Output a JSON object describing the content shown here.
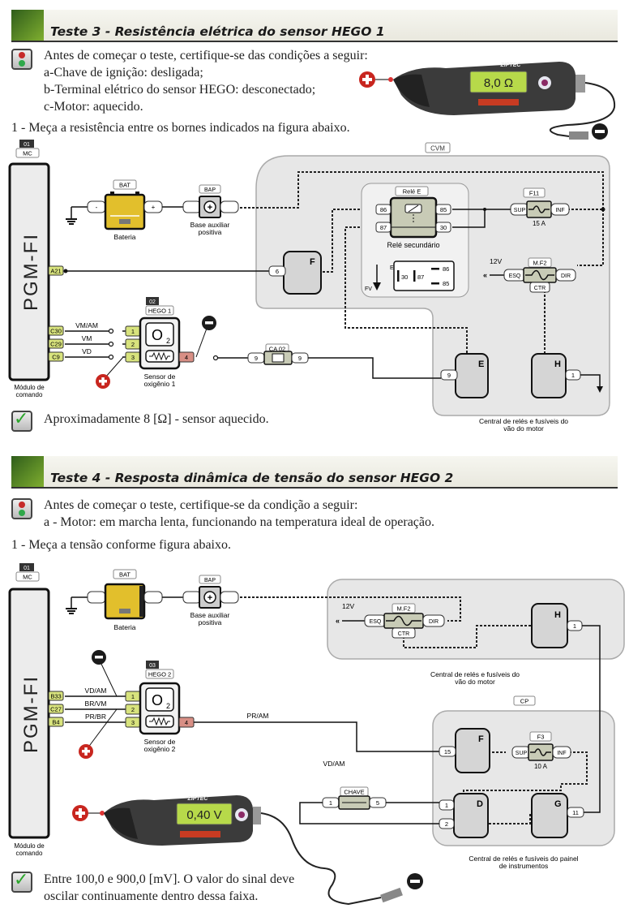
{
  "test3": {
    "title": "Teste 3 - Resistência elétrica do sensor HEGO 1",
    "precondition_intro": "Antes de começar o teste, certifique-se das condições a seguir:",
    "conditions": [
      "a-Chave de ignição: desligada;",
      "b-Terminal elétrico do sensor HEGO: desconectado;",
      "c-Motor: aquecido."
    ],
    "step": "1 - Meça a resistência entre os bornes indicados na figura abaixo.",
    "meter_reading": "8,0 Ω",
    "meter_brand": "ZIPTEC",
    "result": "Aproximadamente 8 [Ω] - sensor aquecido.",
    "diagram": {
      "mc_num": "01",
      "mc_tag": "MC",
      "mc_name": "PGM-FI",
      "mc_caption_1": "Módulo de",
      "mc_caption_2": "comando",
      "mc_pins": [
        "A21",
        "C30",
        "C29",
        "C9"
      ],
      "bat_tag": "BAT",
      "bat_caption": "Bateria",
      "bat_minus": "-",
      "bat_plus": "+",
      "bap_tag": "BAP",
      "bap_caption_1": "Base auxiliar",
      "bap_caption_2": "positiva",
      "cvm_tag": "CVM",
      "relay_tag": "Relé E",
      "relay_caption": "Relé secundário",
      "relay_pins": [
        "86",
        "87",
        "85",
        "30"
      ],
      "relay_legend": {
        "e": "E",
        "p30": "30",
        "p87": "87",
        "p86": "86",
        "p85": "85",
        "fv": "FV"
      },
      "f11_tag": "F11",
      "f11_rating": "15 A",
      "fuse_sup": "SUP",
      "fuse_inf": "INF",
      "mf2_tag": "M.F2",
      "mf2_esq": "ESQ",
      "mf2_dir": "DIR",
      "mf2_ctr": "CTR",
      "v12": "12V",
      "conn_f": "F",
      "conn_f_pin": "6",
      "conn_e": "E",
      "conn_e_pin": "9",
      "conn_h": "H",
      "conn_h_pin": "1",
      "hego_num": "02",
      "hego_tag": "HEGO 1",
      "hego_pins": [
        "1",
        "2",
        "3",
        "4"
      ],
      "hego_o2": "O",
      "hego_o2_sub": "2",
      "hego_caption_1": "Sensor de",
      "hego_caption_2": "oxigênio 1",
      "wires": [
        "VM/AM",
        "VM",
        "VD"
      ],
      "ca_tag": "CA 02",
      "ca_pins": [
        "9",
        "9"
      ],
      "central_caption_1": "Central de relés e fusíveis do",
      "central_caption_2": "vão do motor"
    }
  },
  "test4": {
    "title": "Teste 4 - Resposta dinâmica de tensão do sensor HEGO 2",
    "precondition_intro": "Antes de começar o teste, certifique-se da condição a seguir:",
    "conditions": [
      "a - Motor: em marcha lenta, funcionando na temperatura ideal de operação."
    ],
    "step": "1 - Meça a tensão conforme figura abaixo.",
    "meter_reading": "0,40 V",
    "meter_brand": "ZIPTEC",
    "result_1": "Entre 100,0 e 900,0 [mV]. O valor do sinal deve",
    "result_2": "oscilar continuamente dentro dessa faixa.",
    "diagram": {
      "mc_num": "01",
      "mc_tag": "MC",
      "mc_name": "PGM-FI",
      "mc_caption_1": "Módulo de",
      "mc_caption_2": "comando",
      "mc_pins": [
        "B33",
        "C27",
        "B4"
      ],
      "bat_tag": "BAT",
      "bat_caption": "Bateria",
      "bap_tag": "BAP",
      "bap_caption_1": "Base auxiliar",
      "bap_caption_2": "positiva",
      "v12": "12V",
      "mf2_tag": "M.F2",
      "mf2_esq": "ESQ",
      "mf2_dir": "DIR",
      "mf2_ctr": "CTR",
      "conn_h": "H",
      "conn_h_pin": "1",
      "cvm_caption_1": "Central de relés e fusíveis do",
      "cvm_caption_2": "vão do motor",
      "hego_num": "03",
      "hego_tag": "HEGO 2",
      "hego_pins": [
        "1",
        "2",
        "3",
        "4"
      ],
      "hego_o2": "O",
      "hego_o2_sub": "2",
      "hego_caption_1": "Sensor de",
      "hego_caption_2": "oxigênio 2",
      "wires": [
        "VD/AM",
        "BR/VM",
        "PR/BR"
      ],
      "wire_pr_am": "PR/AM",
      "wire_vd_am": "VD/AM",
      "cp_tag": "CP",
      "conn_f": "F",
      "conn_f_pin": "15",
      "f3_tag": "F3",
      "f3_rating": "10 A",
      "fuse_sup": "SUP",
      "fuse_inf": "INF",
      "chave_tag": "CHAVE",
      "chave_pins": [
        "1",
        "5"
      ],
      "conn_d": "D",
      "conn_d_pins": [
        "1",
        "2"
      ],
      "conn_g": "G",
      "conn_g_pin": "11",
      "cp_caption_1": "Central de relés e fusíveis do painel",
      "cp_caption_2": "de instrumentos"
    }
  }
}
